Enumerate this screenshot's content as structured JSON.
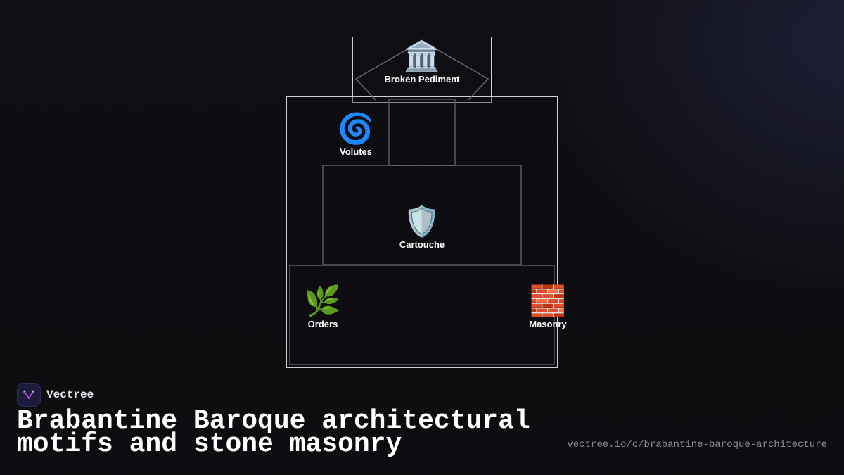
{
  "diagram": {
    "nodes": [
      {
        "id": "broken-pediment",
        "label": "Broken Pediment",
        "icon": "classical-building-icon",
        "glyph": "🏛️"
      },
      {
        "id": "volutes",
        "label": "Volutes",
        "icon": "spiral-icon",
        "glyph": "🌀"
      },
      {
        "id": "cartouche",
        "label": "Cartouche",
        "icon": "shield-icon",
        "glyph": "🛡️"
      },
      {
        "id": "orders",
        "label": "Orders",
        "icon": "herb-icon",
        "glyph": "🌿"
      },
      {
        "id": "masonry",
        "label": "Masonry",
        "icon": "brick-icon",
        "glyph": "🧱"
      }
    ]
  },
  "brand": {
    "name": "Vectree",
    "logo_icon": "vectree-logo-icon",
    "accent": "#b04fe0"
  },
  "footer": {
    "title": "Brabantine Baroque architectural motifs and stone masonry",
    "url": "vectree.io/c/brabantine-baroque-architecture"
  },
  "colors": {
    "background": "#0f0f13",
    "frame": "#cfcfd6",
    "structure": "#5a5a60"
  }
}
